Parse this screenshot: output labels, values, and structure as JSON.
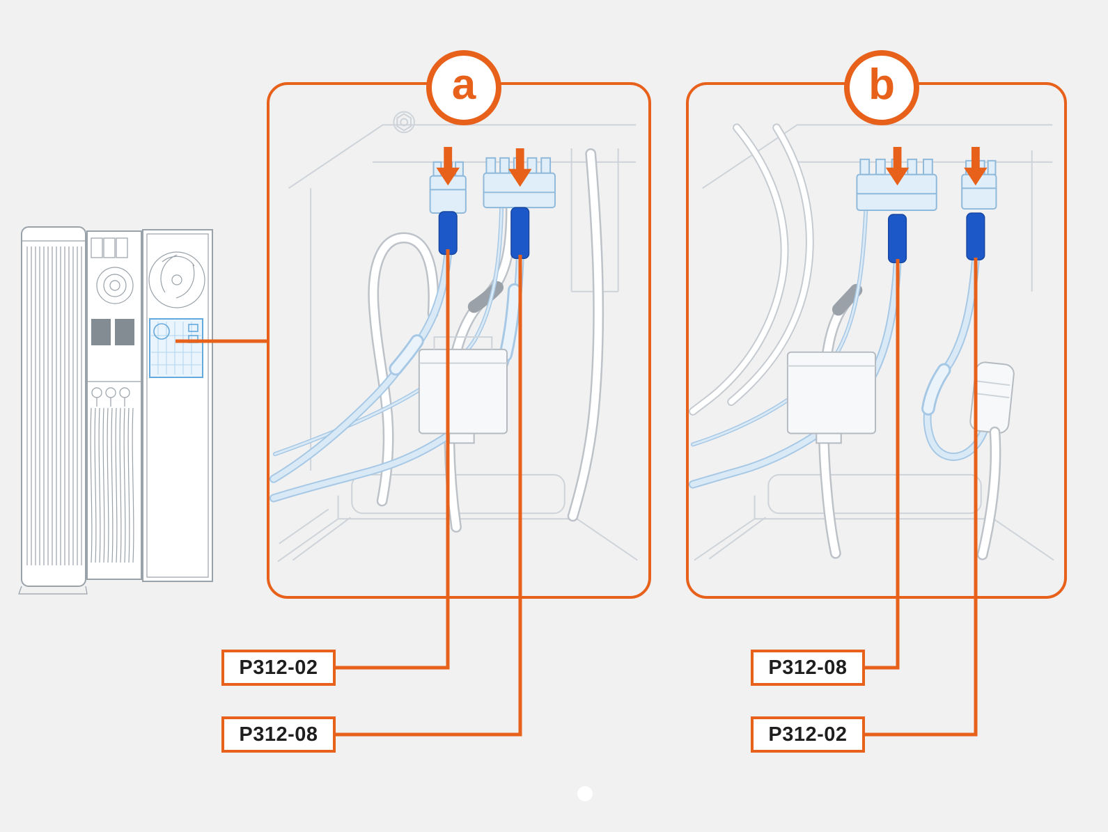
{
  "figure": {
    "colors": {
      "accent": "#E8611B",
      "blue": "#1D58C8",
      "wire": "#D9E9F6",
      "wire-edge": "#A6C8E5",
      "bg": "#F1F1F2",
      "label-text": "#1E1E1E"
    }
  },
  "panels": [
    {
      "badge": "a",
      "callouts": [
        {
          "label": "P312-02"
        },
        {
          "label": "P312-08"
        }
      ]
    },
    {
      "badge": "b",
      "callouts": [
        {
          "label": "P312-08"
        },
        {
          "label": "P312-02"
        }
      ]
    }
  ]
}
